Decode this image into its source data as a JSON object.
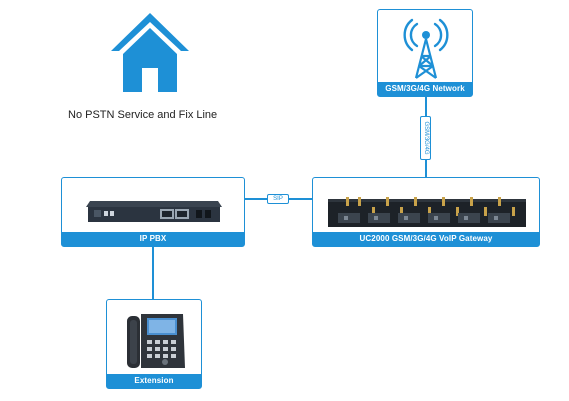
{
  "pstn": {
    "caption": "No PSTN Service and Fix Line",
    "icon": "house-icon"
  },
  "network": {
    "label": "GSM/3G/4G Network",
    "icon": "cell-tower-icon"
  },
  "pbx": {
    "label": "IP PBX",
    "icon": "pbx-device-icon"
  },
  "gateway": {
    "label": "UC2000 GSM/3G/4G VoIP Gateway",
    "icon": "gateway-device-icon"
  },
  "extension": {
    "label": "Extension",
    "icon": "ip-phone-icon"
  },
  "links": {
    "sip": "SIP",
    "gsm": "GSM/3G/4G"
  },
  "colors": {
    "accent": "#1e90d6",
    "device": "#2b3440"
  }
}
